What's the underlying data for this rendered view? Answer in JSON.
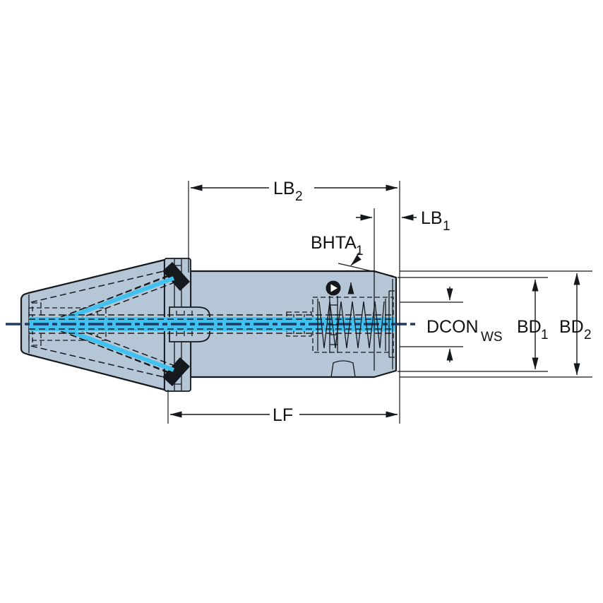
{
  "title": "Tool holder dimensional drawing",
  "labels": {
    "lb2": {
      "base": "LB",
      "sub": "2"
    },
    "lb1": {
      "base": "LB",
      "sub": "1"
    },
    "bhta1": {
      "base": "BHTA",
      "sub": "1"
    },
    "dcon_ws": {
      "base": "DCON",
      "sub": "WS"
    },
    "bd1": {
      "base": "BD",
      "sub": "1"
    },
    "bd2": {
      "base": "BD",
      "sub": "2"
    },
    "lf": {
      "base": "LF"
    }
  },
  "colors": {
    "background": "#ffffff",
    "body_fill": "#b5c6d6",
    "outline": "#15181c",
    "coolant_cyan": "#41c1ef",
    "centerline_navy": "#1e3a66",
    "drive_key_black": "#15181c"
  }
}
